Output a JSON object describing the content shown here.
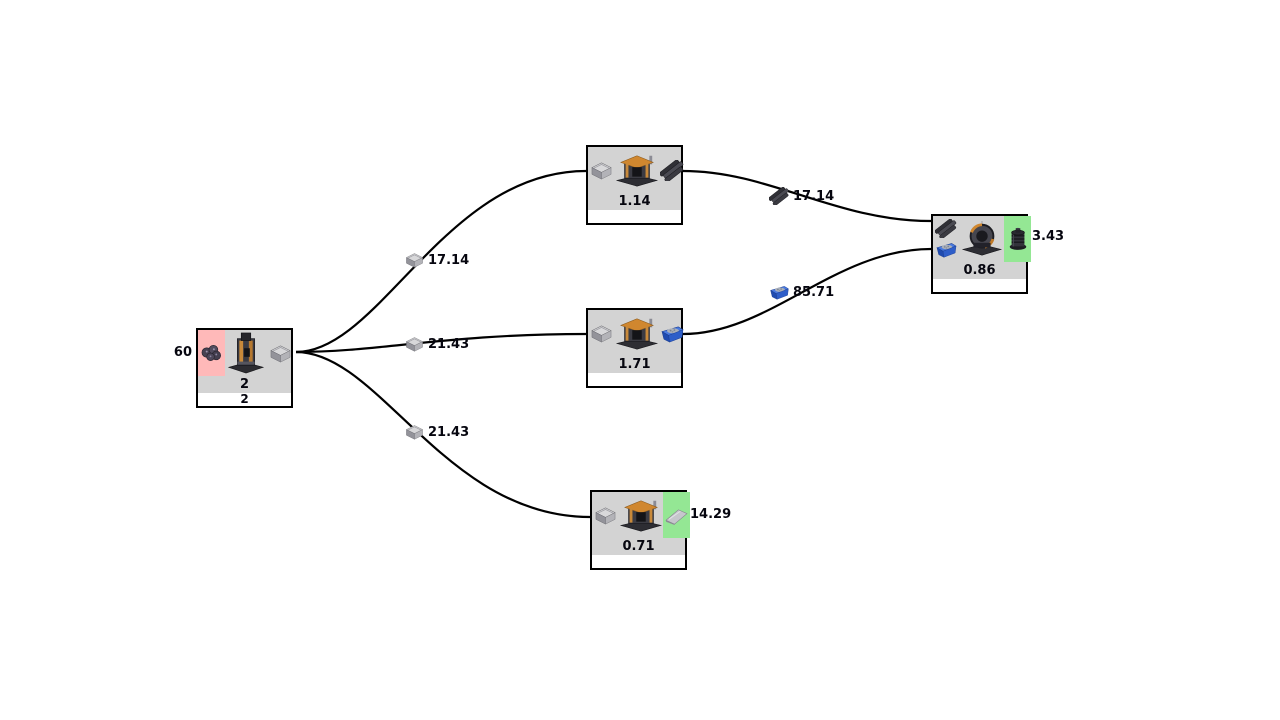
{
  "diagram": {
    "type": "production-flow-graph",
    "colors": {
      "background": "#ffffff",
      "node_background": "#d3d3d3",
      "node_border": "#000000",
      "input_highlight": "#ffb9b9",
      "output_highlight": "#94e794",
      "edge": "#000000",
      "text": "#06060f"
    },
    "nodes": [
      {
        "id": "source",
        "machines": "2",
        "sub": "2",
        "external_input_rate": "60",
        "input_icon": "ore-icon",
        "machine_icon": "drill-machine-icon",
        "output_icon": "metal-box-icon"
      },
      {
        "id": "assembler-top",
        "machines": "1.14",
        "sub": "",
        "input_icon": "metal-box-icon",
        "machine_icon": "assembler-machine-icon",
        "output_icon": "steel-beams-icon"
      },
      {
        "id": "assembler-middle",
        "machines": "1.71",
        "sub": "",
        "input_icon": "metal-box-icon",
        "machine_icon": "assembler-machine-icon",
        "output_icon": "blue-bin-icon"
      },
      {
        "id": "assembler-bottom",
        "machines": "0.71",
        "sub": "",
        "external_output_rate": "14.29",
        "input_icon": "metal-box-icon",
        "machine_icon": "assembler-machine-icon",
        "output_icon": "metal-sheet-icon"
      },
      {
        "id": "assembler-right",
        "machines": "0.86",
        "sub": "",
        "external_output_rate": "3.43",
        "input_icons": [
          "steel-beams-icon",
          "blue-bin-icon"
        ],
        "machine_icon": "frame-machine-icon",
        "output_icon": "coil-icon"
      }
    ],
    "edges": [
      {
        "from": "source",
        "to": "assembler-top",
        "rate": "17.14",
        "icon": "metal-box-icon"
      },
      {
        "from": "source",
        "to": "assembler-middle",
        "rate": "21.43",
        "icon": "metal-box-icon"
      },
      {
        "from": "source",
        "to": "assembler-bottom",
        "rate": "21.43",
        "icon": "metal-box-icon"
      },
      {
        "from": "assembler-top",
        "to": "assembler-right",
        "rate": "17.14",
        "icon": "steel-beams-icon"
      },
      {
        "from": "assembler-middle",
        "to": "assembler-right",
        "rate": "85.71",
        "icon": "blue-bin-icon"
      }
    ]
  }
}
